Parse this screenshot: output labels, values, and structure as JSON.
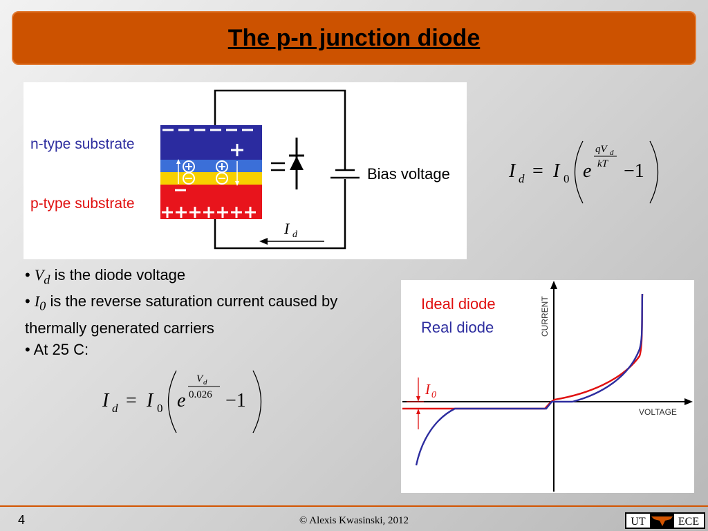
{
  "slide": {
    "title": "The p-n junction diode",
    "number": "4",
    "copyright": "© Alexis Kwasinski, 2012",
    "logo": {
      "left": "UT",
      "right": "ECE"
    }
  },
  "diagram": {
    "n_label": "n-type substrate",
    "p_label": "p-type substrate",
    "bias_label": "Bias voltage",
    "current_label": {
      "main": "I",
      "sub": "d"
    },
    "n_region_color": "#2b2b9f",
    "p_region_color": "#e8141c",
    "depletion_blue": "#3b6fd8",
    "depletion_yellow": "#f7d000"
  },
  "formula_general": {
    "lhs_main": "I",
    "lhs_sub": "d",
    "eq": "=",
    "i0_main": "I",
    "i0_sub": "0",
    "base": "e",
    "num_main": "qV",
    "num_sub": "d",
    "den": "kT",
    "tail": "−1"
  },
  "formula_25c": {
    "lhs_main": "I",
    "lhs_sub": "d",
    "eq": "=",
    "i0_main": "I",
    "i0_sub": "0",
    "base": "e",
    "num_main": "V",
    "num_sub": "d",
    "den": "0.026",
    "tail": "−1"
  },
  "bullets": [
    {
      "bullet": "• ",
      "sym": "V",
      "sub": "d",
      "text": " is the diode voltage"
    },
    {
      "bullet": "• ",
      "sym": "I",
      "sub": "0",
      "text": " is the reverse saturation current caused by thermally generated carriers"
    },
    {
      "bullet": "• ",
      "text": "At 25 C:"
    }
  ],
  "chart": {
    "legend_ideal": "Ideal diode",
    "legend_real": "Real diode",
    "ylabel": "CURRENT",
    "xlabel": "VOLTAGE",
    "i0_label": {
      "main": "I",
      "sub": "0"
    },
    "ideal_color": "#e01010",
    "real_color": "#2d2d9f"
  }
}
